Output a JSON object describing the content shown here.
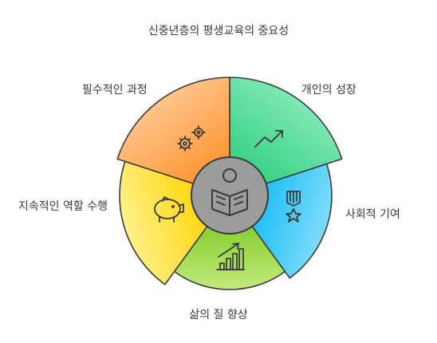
{
  "title": "신중년층의 평생교육의 중요성",
  "segments": [
    {
      "label": "개인의 성장",
      "color": "#3ed38a",
      "color_light": "#7fe8b3",
      "icon": "trending-up-icon"
    },
    {
      "label": "사회적 기여",
      "color": "#29c2f5",
      "color_light": "#7fdcfb",
      "icon": "medal-icon"
    },
    {
      "label": "삶의 질 향상",
      "color": "#8ed13a",
      "color_light": "#c2ea7d",
      "icon": "bar-chart-icon"
    },
    {
      "label": "지속적인 역할 수행",
      "color": "#ffd91a",
      "color_light": "#fff08a",
      "icon": "piggy-bank-icon"
    },
    {
      "label": "필수적인 과정",
      "color": "#ff9a3c",
      "color_light": "#ffc48a",
      "icon": "gears-icon"
    }
  ],
  "center": {
    "icon": "reading-person-icon",
    "color": "#9a9a9a"
  }
}
